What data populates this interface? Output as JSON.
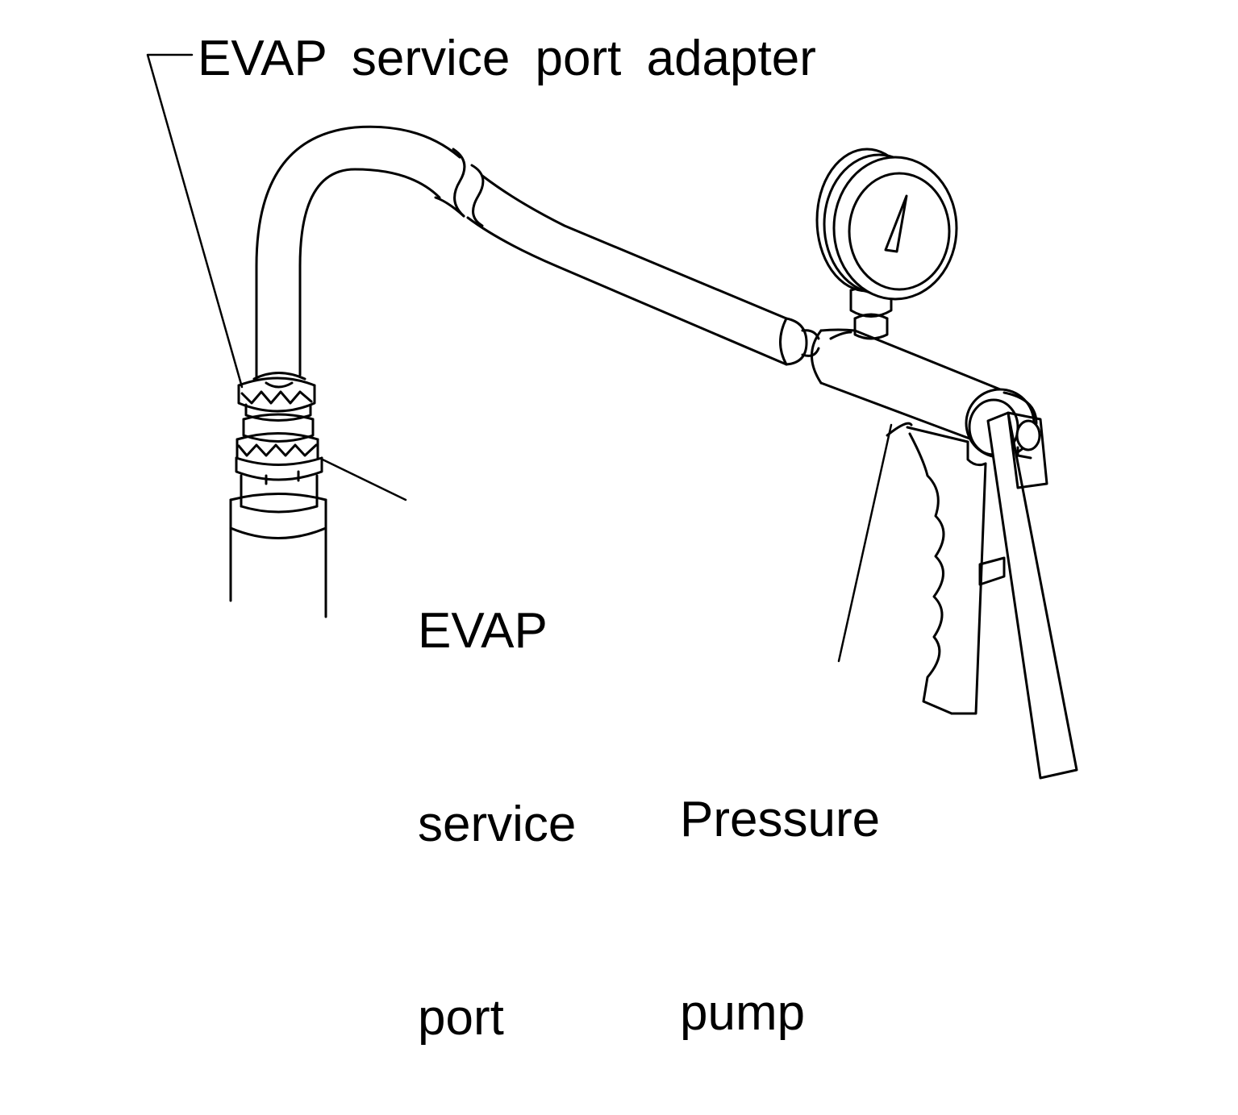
{
  "labels": {
    "adapter": "EVAP service port adapter",
    "service_port": [
      "EVAP",
      "service",
      "port"
    ],
    "pressure_pump": [
      "Pressure",
      "pump"
    ]
  },
  "colors": {
    "ink": "#000000",
    "paper": "#ffffff"
  }
}
